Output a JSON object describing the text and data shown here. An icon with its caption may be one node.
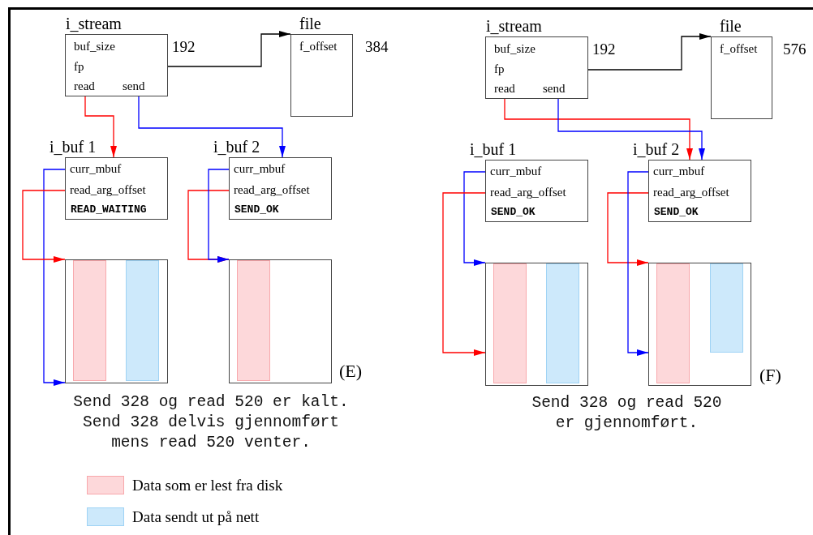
{
  "diagram": {
    "nodes": [
      {
        "text": [
          "i_stream",
          "buf_size",
          "fp",
          "read",
          "send"
        ],
        "beside": [
          "192"
        ]
      },
      {
        "text": [
          "file",
          "f_offset"
        ],
        "beside": [
          "384"
        ]
      },
      {
        "text": [
          "i_buf 1",
          "curr_mbuf",
          "read_arg_offset",
          "READ_WAITING"
        ]
      },
      {
        "text": [
          "i_buf 2",
          "curr_mbuf",
          "read_arg_offset",
          "SEND_OK"
        ]
      },
      {
        "text": [],
        "shape": "box"
      },
      {
        "text": [],
        "shape": "box"
      },
      {
        "text": [],
        "shape": "bar",
        "in": 4
      },
      {
        "text": [],
        "shape": "bar",
        "in": 4
      },
      {
        "text": [],
        "shape": "bar",
        "in": 5
      },
      {
        "text": [
          "i_stream",
          "buf_size",
          "fp",
          "read",
          "send"
        ],
        "beside": [
          "192"
        ]
      },
      {
        "text": [
          "file",
          "f_offset"
        ],
        "beside": [
          "576"
        ]
      },
      {
        "text": [
          "i_buf 1",
          "curr_mbuf",
          "read_arg_offset",
          "SEND_OK"
        ]
      },
      {
        "text": [
          "i_buf 2",
          "curr_mbuf",
          "read_arg_offset",
          "SEND_OK"
        ]
      },
      {
        "text": [],
        "shape": "box"
      },
      {
        "text": [],
        "shape": "box"
      },
      {
        "text": [],
        "shape": "bar",
        "in": 13
      },
      {
        "text": [],
        "shape": "bar",
        "in": 13
      },
      {
        "text": [],
        "shape": "bar",
        "in": 14
      },
      {
        "text": [],
        "shape": "bar",
        "in": 14
      }
    ],
    "edges": [
      {
        "from": 0,
        "to": 1,
        "arrow": "to",
        "color": "#000000"
      },
      {
        "from": 0,
        "to": 2,
        "arrow": "to",
        "color": "#ff0000"
      },
      {
        "from": 0,
        "to": 3,
        "arrow": "to",
        "color": "#0000ff"
      },
      {
        "from": 2,
        "to": 4,
        "arrow": "to",
        "color": "#0000ff"
      },
      {
        "from": 2,
        "to": 4,
        "arrow": "to",
        "color": "#ff0000"
      },
      {
        "from": 3,
        "to": 5,
        "arrow": "to",
        "color": "#ff0000"
      },
      {
        "from": 3,
        "to": 5,
        "arrow": "to",
        "color": "#0000ff"
      },
      {
        "from": 9,
        "to": 10,
        "arrow": "to",
        "color": "#000000"
      },
      {
        "from": 9,
        "to": 12,
        "arrow": "to",
        "color": "#ff0000"
      },
      {
        "from": 9,
        "to": 12,
        "arrow": "to",
        "color": "#0000ff"
      },
      {
        "from": 11,
        "to": 13,
        "arrow": "to",
        "color": "#0000ff"
      },
      {
        "from": 11,
        "to": 13,
        "arrow": "to",
        "color": "#ff0000"
      },
      {
        "from": 12,
        "to": 14,
        "arrow": "to",
        "color": "#ff0000"
      },
      {
        "from": 12,
        "to": 14,
        "arrow": "to",
        "color": "#0000ff"
      }
    ],
    "labels": [
      "(E)",
      "Send 328 og read 520 er kalt. Send 328 delvis gjennomført mens read 520 venter.",
      "(F)",
      "Send 328 og read 520 er gjennomført."
    ],
    "legend": [
      {
        "text": "Data som er lest fra disk",
        "color": "#fdd8da"
      },
      {
        "text": "Data sendt ut på nett",
        "color": "#cde9fb"
      }
    ]
  }
}
